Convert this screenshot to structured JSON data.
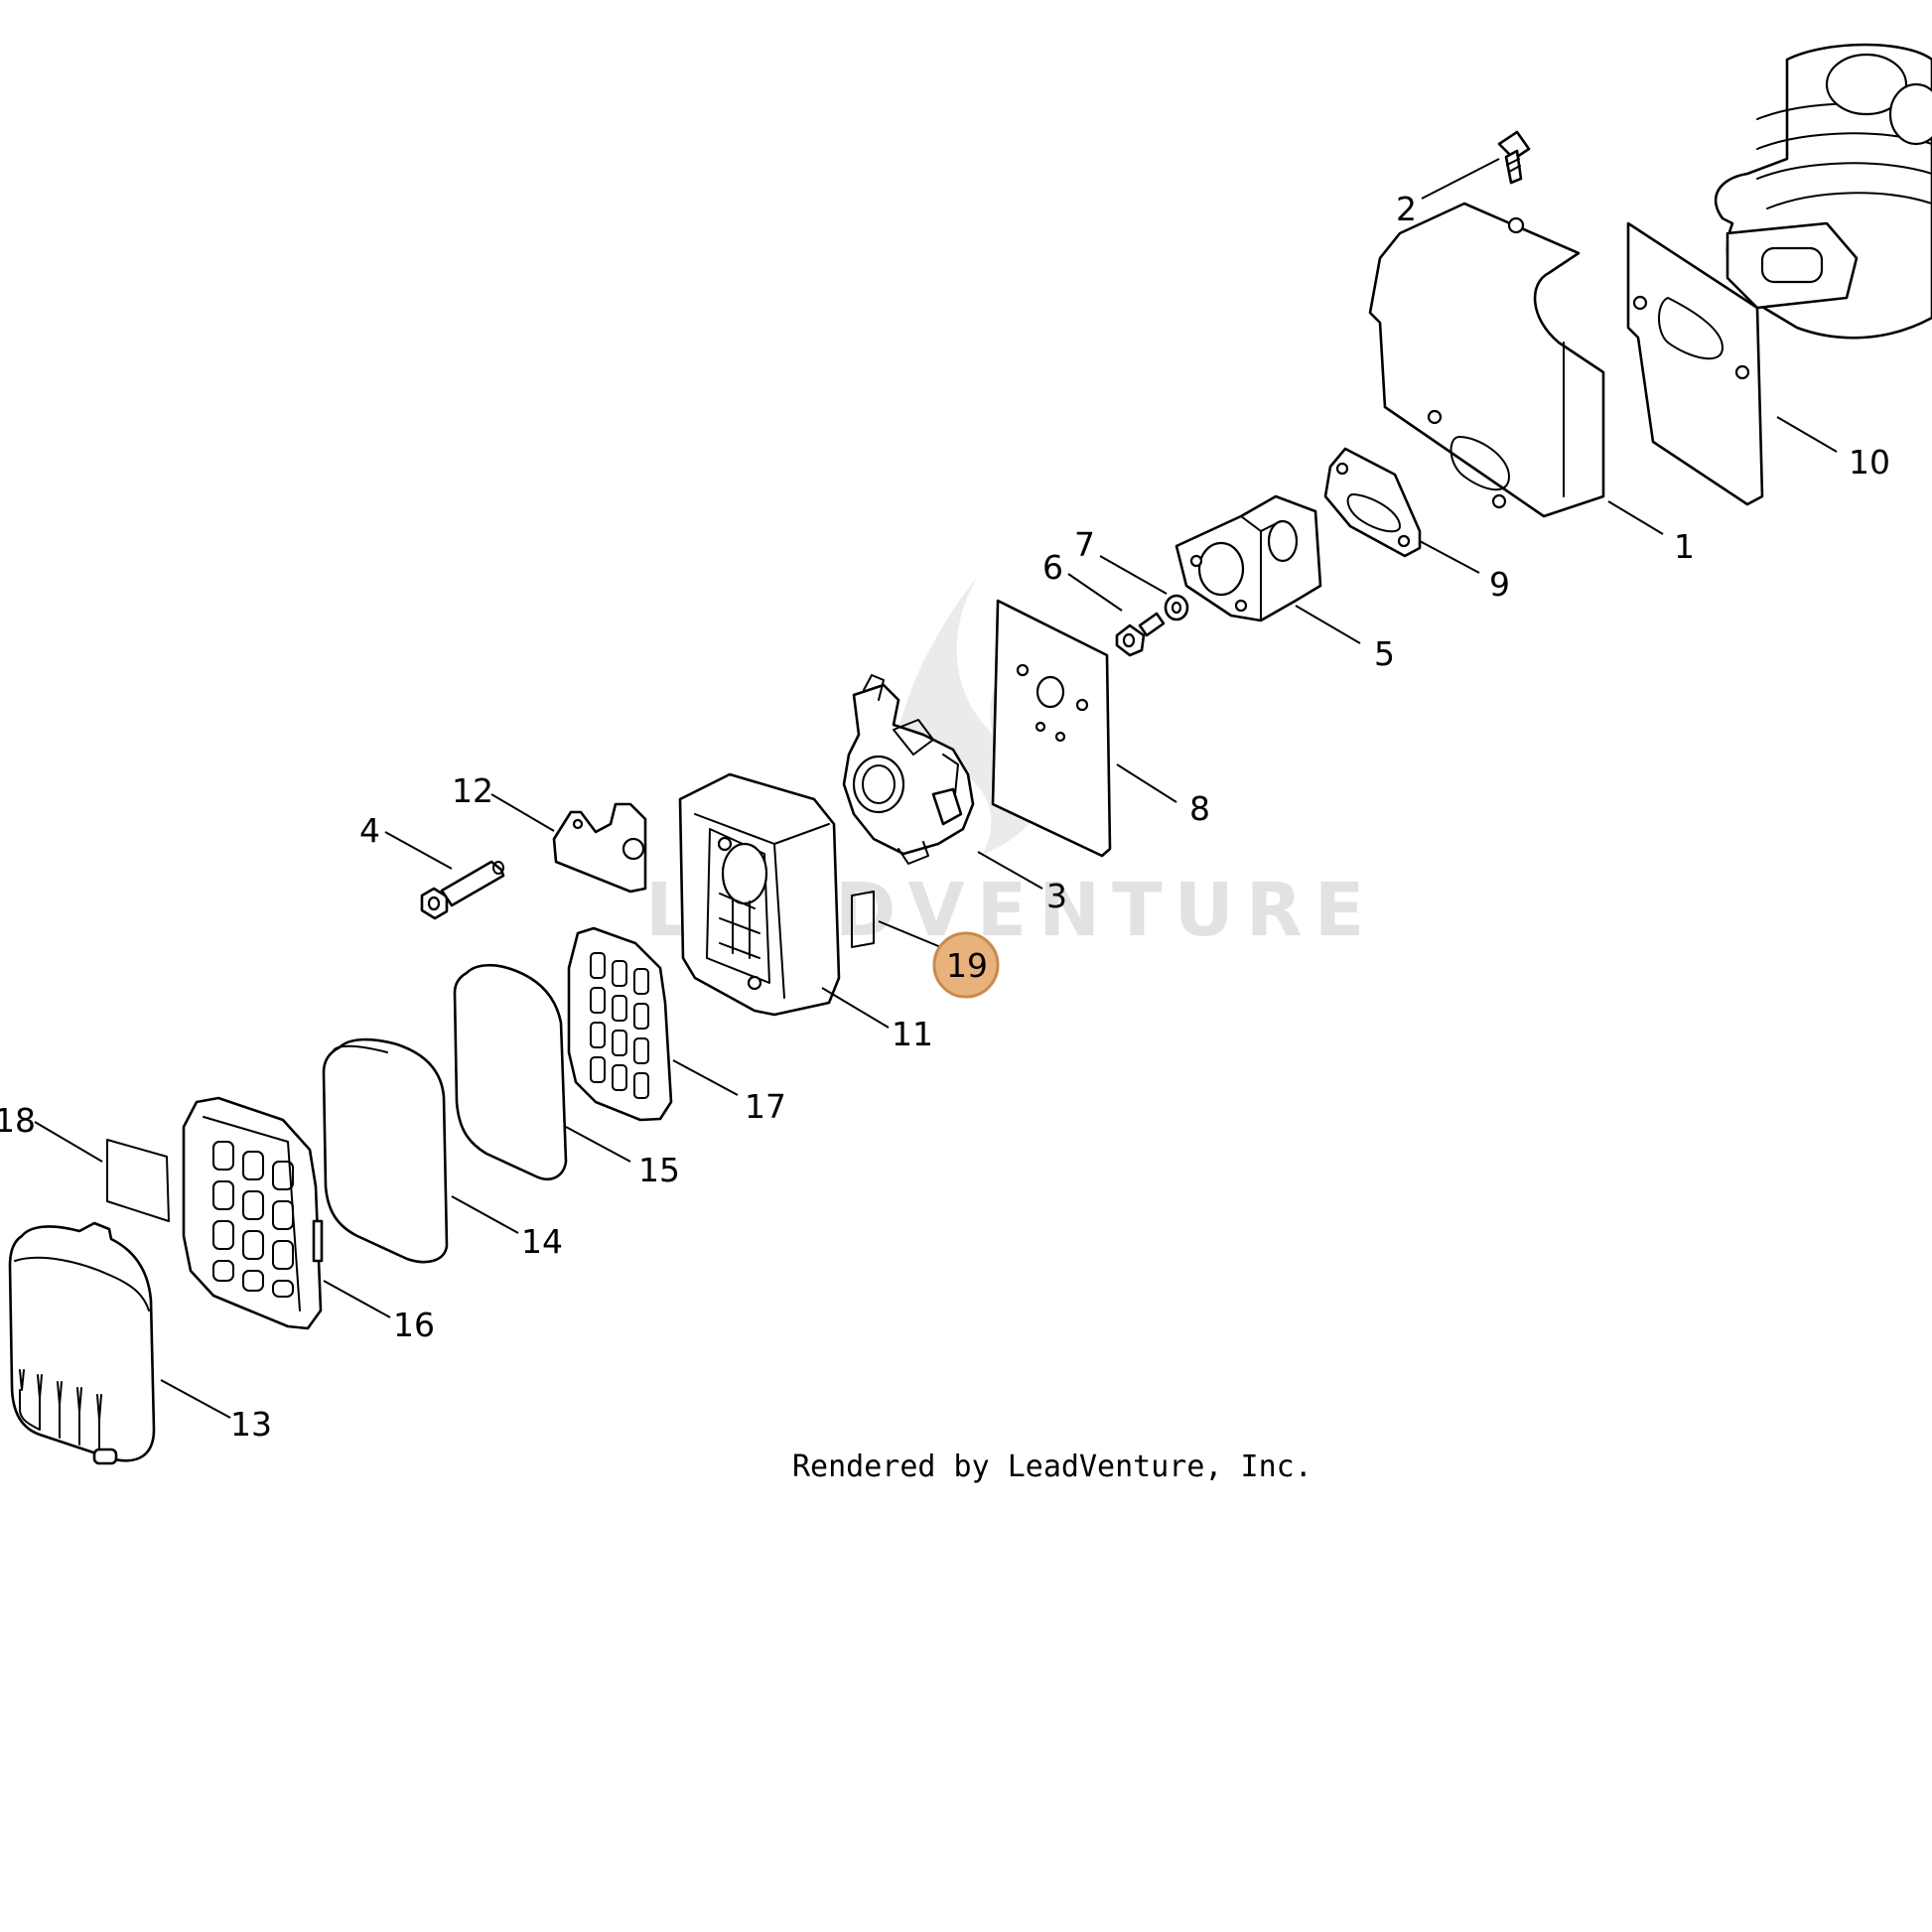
{
  "callouts": {
    "c1": "1",
    "c2": "2",
    "c3": "3",
    "c4": "4",
    "c5": "5",
    "c6": "6",
    "c7": "7",
    "c8": "8",
    "c9": "9",
    "c10": "10",
    "c11": "11",
    "c12": "12",
    "c13": "13",
    "c14": "14",
    "c15": "15",
    "c16": "16",
    "c17": "17",
    "c18": "18",
    "c19": "19"
  },
  "highlighted_callout": "19",
  "highlight_color": "#e8b27d",
  "watermark": "LEADVENTURE",
  "credit": "Rendered by LeadVenture, Inc."
}
